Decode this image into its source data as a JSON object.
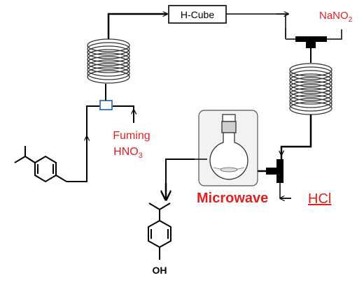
{
  "colors": {
    "reagent": "#e02020",
    "line": "#000000",
    "mixer": "#1f5fa8",
    "box_stroke": "#555555"
  },
  "units": {
    "hcube": "H-Cube",
    "microwave": "Microwave"
  },
  "reagents": {
    "nitrite_main": "NaNO",
    "nitrite_sub": "2",
    "acid_line1": "Fuming",
    "acid_line2_main": "HNO",
    "acid_line2_sub": "3",
    "hcl": "HCl"
  },
  "product": {
    "oh_label": "OH"
  }
}
